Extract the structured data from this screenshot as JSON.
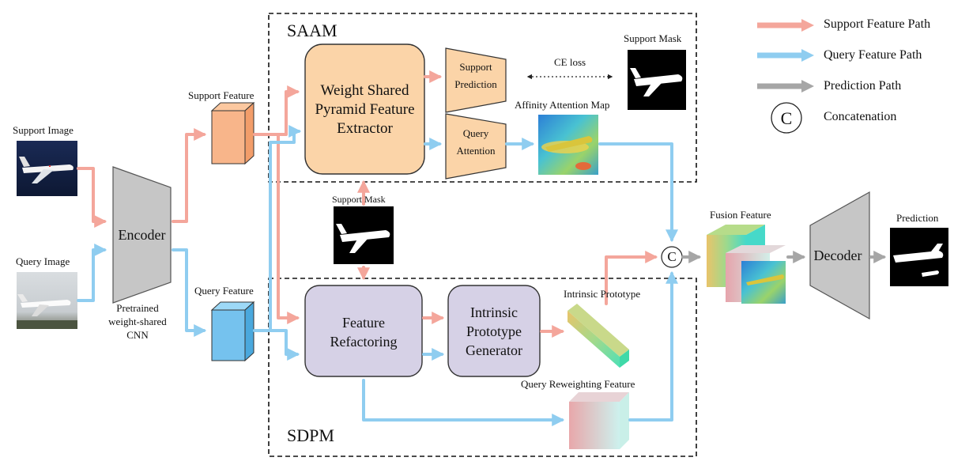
{
  "colors": {
    "support_path": "#f4a69b",
    "query_path": "#8fcdf0",
    "prediction_path": "#a6a6a6",
    "extractor_fill": "#fbd4a8",
    "refactor_fill": "#d6d1e6",
    "encoder_fill": "#c6c6c6"
  },
  "legend": {
    "support": "Support Feature Path",
    "query": "Query Feature Path",
    "prediction": "Prediction Path",
    "concat_symbol": "C",
    "concat": "Concatenation"
  },
  "modules": {
    "saam": "SAAM",
    "sdpm": "SDPM"
  },
  "labels": {
    "support_image": "Support Image",
    "query_image": "Query Image",
    "encoder": "Encoder",
    "pretrained_1": "Pretrained",
    "pretrained_2": "weight-shared",
    "pretrained_3": "CNN",
    "support_feature": "Support Feature",
    "query_feature": "Query Feature",
    "extractor_1": "Weight Shared",
    "extractor_2": "Pyramid Feature",
    "extractor_3": "Extractor",
    "support_pred_1": "Support",
    "support_pred_2": "Prediction",
    "query_att_1": "Query",
    "query_att_2": "Attention",
    "ce_loss": "CE loss",
    "support_mask_top": "Support Mask",
    "affinity_map": "Affinity Attention Map",
    "support_mask_mid": "Support Mask",
    "refactor_1": "Feature",
    "refactor_2": "Refactoring",
    "ipg_1": "Intrinsic",
    "ipg_2": "Prototype",
    "ipg_3": "Generator",
    "intrinsic_prototype": "Intrinsic Prototype",
    "query_reweighting": "Query Reweighting Feature",
    "concat_symbol": "C",
    "fusion_feature": "Fusion Feature",
    "decoder": "Decoder",
    "prediction": "Prediction"
  }
}
